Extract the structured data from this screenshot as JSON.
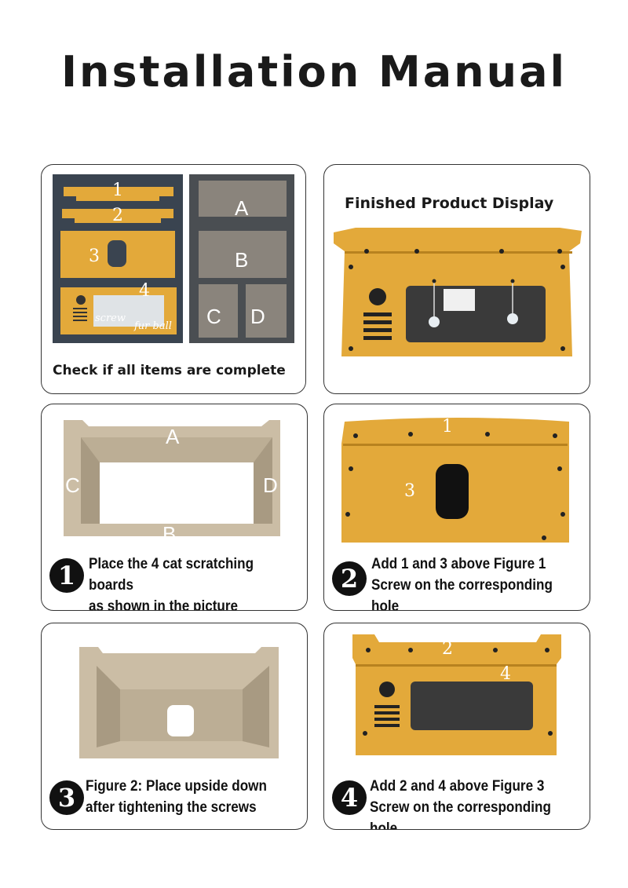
{
  "title": "Installation Manual",
  "parts_panel": {
    "caption": "Check if all items are complete",
    "labels": {
      "p1": "1",
      "p2": "2",
      "p3": "3",
      "p4": "4",
      "a": "A",
      "b": "B",
      "c": "C",
      "d": "D",
      "screw": "screw",
      "fur_ball": "fur ball"
    }
  },
  "finished_panel": {
    "caption": "Finished Product Display"
  },
  "steps": [
    {
      "number": "1",
      "line1": "Place the 4 cat scratching boards",
      "line2": "as shown in the picture",
      "labels": {
        "a": "A",
        "b": "B",
        "c": "C",
        "d": "D"
      }
    },
    {
      "number": "2",
      "line1": "Add 1 and 3 above Figure 1",
      "line2": "Screw on the corresponding hole",
      "labels": {
        "p1": "1",
        "p3": "3"
      }
    },
    {
      "number": "3",
      "line1": "Figure 2: Place upside down",
      "line2": "after tightening the screws"
    },
    {
      "number": "4",
      "line1": "Add 2 and 4 above Figure 3",
      "line2": "Screw on the corresponding hole",
      "labels": {
        "p2": "2",
        "p4": "4"
      }
    }
  ],
  "colors": {
    "wood": "#e3a93a",
    "wood_dark": "#c98a22",
    "cardboard": "#cbbda5",
    "ink": "#111111"
  }
}
